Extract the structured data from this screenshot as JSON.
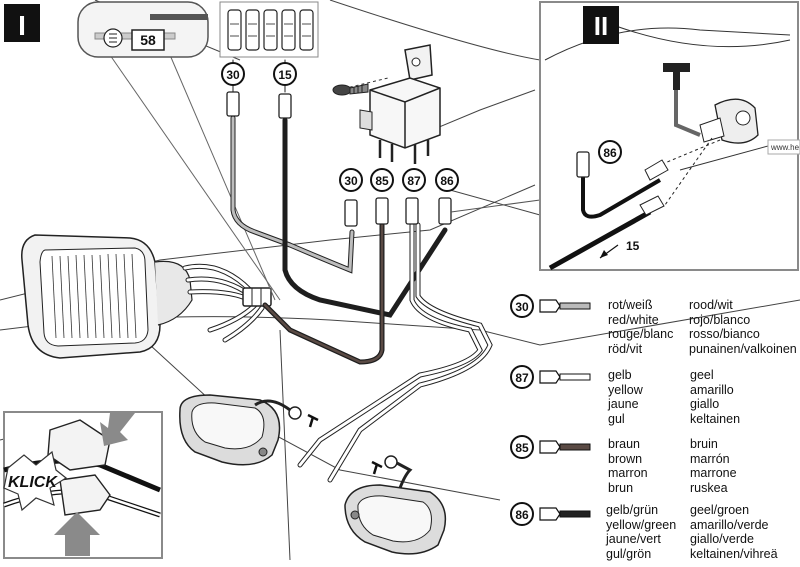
{
  "panels": {
    "main_label": "I",
    "inset_label": "II"
  },
  "fuse_box": {
    "fuse_number": "58"
  },
  "callouts": {
    "fuse_30": "30",
    "fuse_15": "15",
    "relay_30": "30",
    "relay_85": "85",
    "relay_87": "87",
    "relay_86": "86",
    "inset_86": "86",
    "inset_15": "15"
  },
  "klick": "KLICK",
  "url_fragment": "www.he",
  "legend": [
    {
      "number": "30",
      "left": [
        "rot/weiß",
        "red/white",
        "rouge/blanc",
        "röd/vit"
      ],
      "right": [
        "rood/wit",
        "rojo/blanco",
        "rosso/bianco",
        "punainen/valkoinen"
      ]
    },
    {
      "number": "87",
      "left": [
        "gelb",
        "yellow",
        "jaune",
        "gul"
      ],
      "right": [
        "geel",
        "amarillo",
        "giallo",
        "keltainen"
      ]
    },
    {
      "number": "85",
      "left": [
        "braun",
        "brown",
        "marron",
        "brun"
      ],
      "right": [
        "bruin",
        "marrón",
        "marrone",
        "ruskea"
      ]
    },
    {
      "number": "86",
      "left": [
        "gelb/grün",
        "yellow/green",
        "jaune/vert",
        "gul/grön"
      ],
      "right": [
        "geel/groen",
        "amarillo/verde",
        "giallo/verde",
        "keltainen/vihreä"
      ]
    }
  ],
  "colors": {
    "line": "#222222",
    "wire_light": "#bdbdbd",
    "wire_dark": "#1e1e1e",
    "wire_brown": "#5a4a44",
    "panel_gray": "#8a8a8a",
    "background": "#ffffff"
  }
}
